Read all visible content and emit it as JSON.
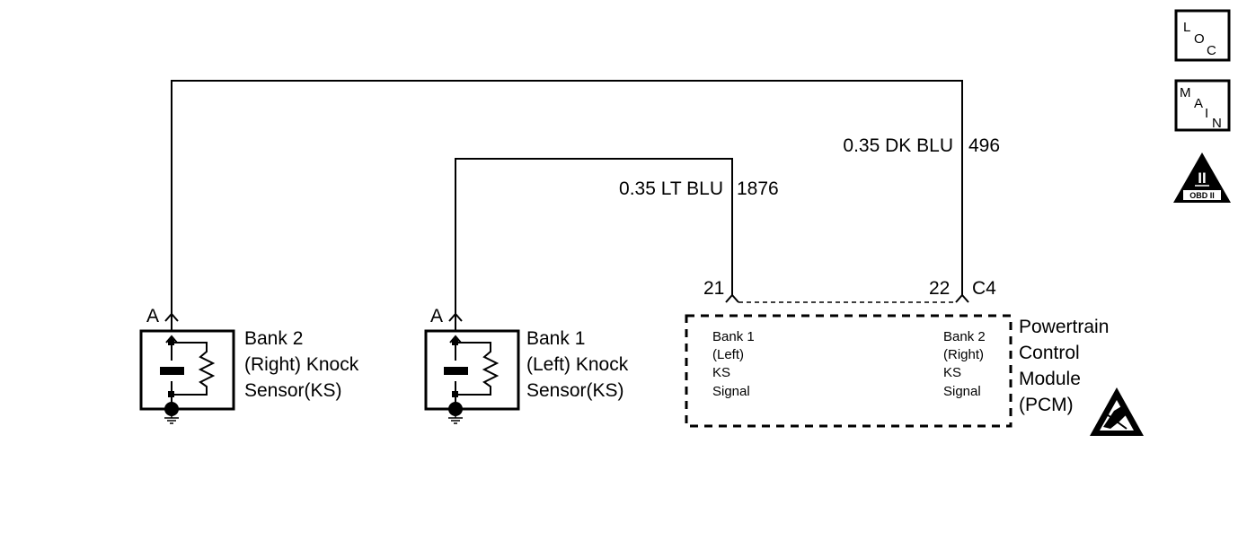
{
  "icons": {
    "loc": {
      "l1": "L",
      "l2": "O",
      "l3": "C"
    },
    "main": {
      "l1": "M",
      "l2": "A",
      "l3": "I",
      "l4": "N"
    },
    "obd": {
      "roman": "II",
      "caption": "OBD II"
    }
  },
  "wires": {
    "dk_blu": {
      "gauge_color": "0.35 DK BLU",
      "circuit": "496"
    },
    "lt_blu": {
      "gauge_color": "0.35 LT BLU",
      "circuit": "1876"
    }
  },
  "sensor_bank2": {
    "connector": "A",
    "label_lines": [
      "Bank 2",
      "(Right) Knock",
      "Sensor(KS)"
    ]
  },
  "sensor_bank1": {
    "connector": "A",
    "label_lines": [
      "Bank 1",
      "(Left) Knock",
      "Sensor(KS)"
    ]
  },
  "pcm": {
    "pin_left": "21",
    "pin_right": "22",
    "connector": "C4",
    "label_lines": [
      "Powertrain",
      "Control",
      "Module",
      "(PCM)"
    ],
    "left_signal_lines": [
      "Bank 1",
      "(Left)",
      "KS",
      "Signal"
    ],
    "right_signal_lines": [
      "Bank 2",
      "(Right)",
      "KS",
      "Signal"
    ]
  },
  "colors": {
    "line": "#000000",
    "background": "#ffffff"
  }
}
